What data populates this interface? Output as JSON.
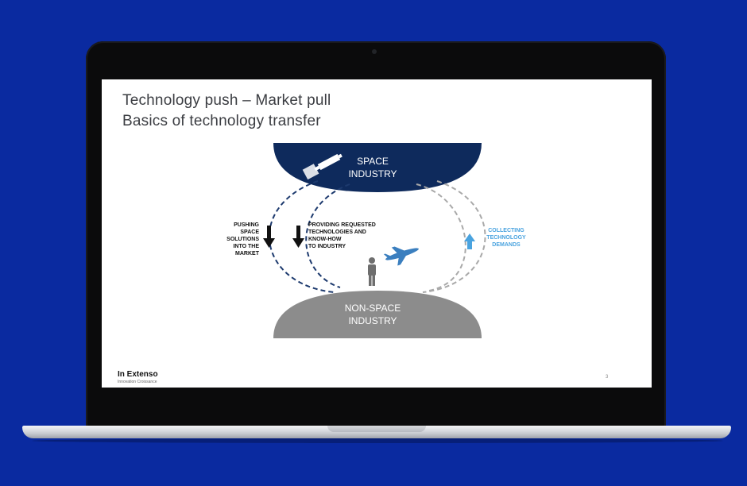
{
  "slide": {
    "title_line1": "Technology push – Market pull",
    "title_line2": "Basics of technology transfer",
    "page_number": "3"
  },
  "diagram": {
    "space_label": "SPACE\nINDUSTRY",
    "nonspace_label": "NON-SPACE\nINDUSTRY",
    "pushing_label": "PUSHING\nSPACE\nSOLUTIONS\nINTO THE\nMARKET",
    "providing_label": "PROVIDING REQUESTED\nTECHNOLOGIES AND\nKNOW-HOW\nTO INDUSTRY",
    "collecting_label": "COLLECTING\nTECHNOLOGY\nDEMANDS",
    "colors": {
      "space_dome": "#0e2a5c",
      "nonspace_dome": "#8c8c8c",
      "dark_dashed": "#1d3a6e",
      "grey_dashed": "#a9a9a9",
      "collect_arrow": "#4aa3df",
      "plane": "#3b7fbf"
    }
  },
  "branding": {
    "logo": "In Extenso",
    "tagline": "Innovation Croissance"
  }
}
